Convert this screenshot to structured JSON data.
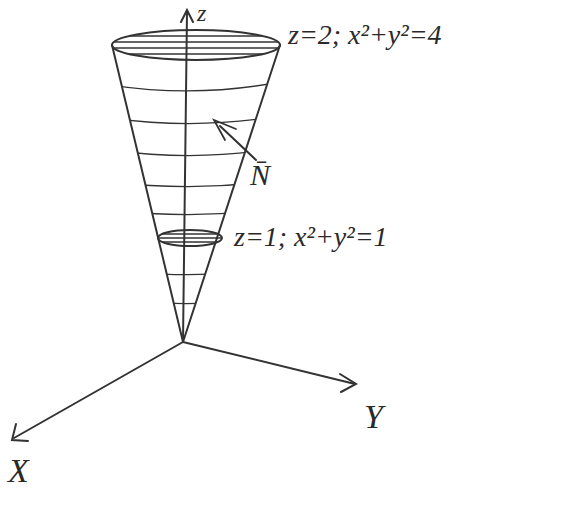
{
  "diagram": {
    "labels": [
      "z",
      "z=2; x²+y²=4",
      "N̄",
      "z=1; x²+y²=1",
      "Y",
      "X"
    ]
  }
}
